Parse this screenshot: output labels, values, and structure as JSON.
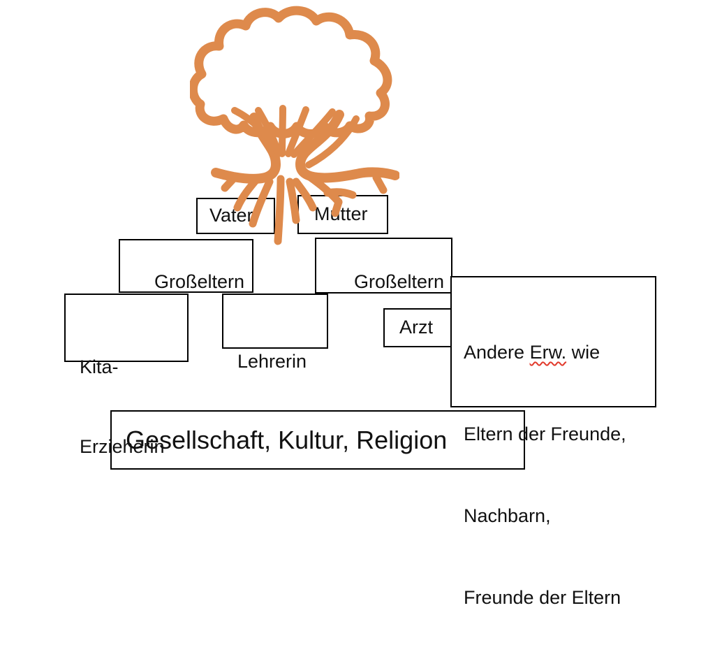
{
  "canvas": {
    "background": "#ffffff"
  },
  "tree": {
    "icon": "tree-with-roots",
    "color": "#de8a4c"
  },
  "colors": {
    "box_border": "#000000",
    "text": "#111111",
    "tree": "#de8a4c",
    "spellcheck_underline": "#e1392b",
    "background": "#ffffff"
  },
  "boxes": {
    "vater": {
      "label": "Vater"
    },
    "mutter": {
      "label": "Mutter"
    },
    "grosseltern_links": {
      "label": "Großeltern"
    },
    "grosseltern_rechts": {
      "label": "Großeltern"
    },
    "kita": {
      "line1": "Kita-",
      "line2": "Erzieherin"
    },
    "lehrerin": {
      "label": "Lehrerin"
    },
    "arzt": {
      "label": "Arzt"
    },
    "andere": {
      "line1_prefix": "Andere ",
      "line1_marked": "Erw.",
      "line1_suffix": " wie",
      "line2": "Eltern der Freunde,",
      "line3": "Nachbarn,",
      "line4": "Freunde der Eltern"
    },
    "gesellschaft": {
      "label": "Gesellschaft, Kultur, Religion"
    }
  }
}
